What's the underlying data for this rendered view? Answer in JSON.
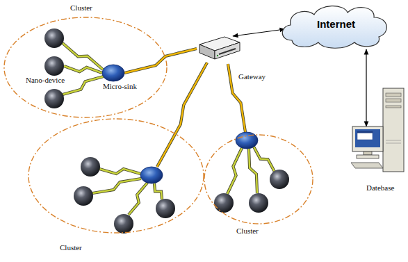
{
  "diagram": {
    "nodes": [
      {
        "text": [
          "Cluster"
        ]
      },
      {
        "text": [
          "Nano-device"
        ],
        "in": 0
      },
      {
        "text": [
          "Micro-sink"
        ],
        "in": 0
      },
      {
        "text": [
          "Internet"
        ]
      },
      {
        "text": [
          "Gateway"
        ]
      },
      {
        "text": [
          "Datebase"
        ]
      },
      {
        "text": [
          "Cluster"
        ]
      },
      {
        "text": [
          "Cluster"
        ]
      }
    ],
    "edges": [
      {
        "from": 1,
        "to": 2,
        "arrow": "none"
      },
      {
        "from": 2,
        "to": 4,
        "arrow": "none"
      },
      {
        "from": 4,
        "to": 3,
        "arrow": "both"
      },
      {
        "from": 3,
        "to": 5,
        "arrow": "both"
      }
    ]
  }
}
